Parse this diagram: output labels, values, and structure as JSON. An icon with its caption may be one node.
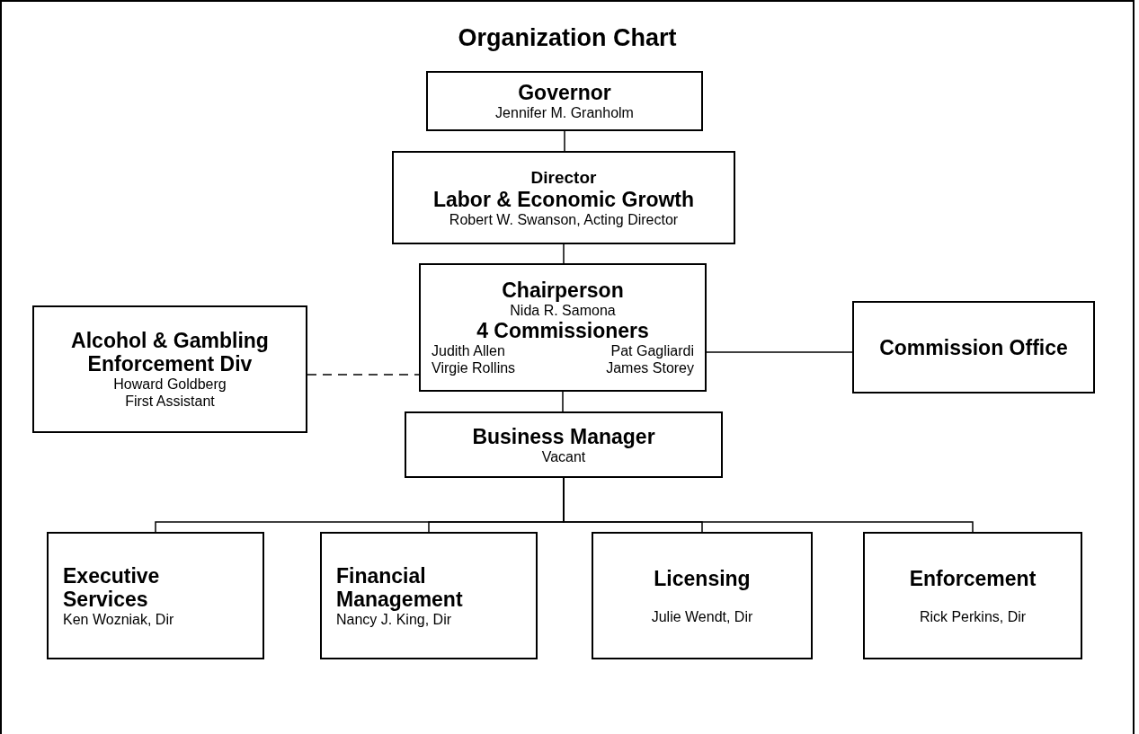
{
  "diagram": {
    "title": "Organization Chart",
    "nodes": [
      {
        "text": [
          "Governor",
          "Jennifer M. Granholm"
        ]
      },
      {
        "text": [
          "Director",
          "Labor & Economic Growth",
          "Robert W. Swanson, Acting Director"
        ]
      },
      {
        "text": [
          "Chairperson",
          "Nida R. Samona",
          "4 Commissioners",
          "Judith Allen",
          "Pat Gagliardi",
          "Virgie Rollins",
          "James Storey"
        ]
      },
      {
        "text": [
          "Alcohol & Gambling Enforcement Div",
          "Howard Goldberg",
          "First Assistant"
        ]
      },
      {
        "text": [
          "Commission Office"
        ]
      },
      {
        "text": [
          "Business Manager",
          "Vacant"
        ]
      },
      {
        "text": [
          "Executive Services",
          "Ken Wozniak, Dir"
        ]
      },
      {
        "text": [
          "Financial Management",
          "Nancy J. King, Dir"
        ]
      },
      {
        "text": [
          "Licensing",
          "Julie Wendt, Dir"
        ]
      },
      {
        "text": [
          "Enforcement",
          "Rick Perkins, Dir"
        ]
      }
    ],
    "edges": [
      {
        "from": 0,
        "to": 1,
        "arrow": "none"
      },
      {
        "from": 1,
        "to": 2,
        "arrow": "none"
      },
      {
        "from": 3,
        "to": 2,
        "arrow": "none",
        "style": "dashed"
      },
      {
        "from": 2,
        "to": 4,
        "arrow": "none"
      },
      {
        "from": 2,
        "to": 5,
        "arrow": "none"
      },
      {
        "from": 5,
        "to": 6,
        "arrow": "none"
      },
      {
        "from": 5,
        "to": 7,
        "arrow": "none"
      },
      {
        "from": 5,
        "to": 8,
        "arrow": "none"
      },
      {
        "from": 5,
        "to": 9,
        "arrow": "none"
      }
    ]
  }
}
